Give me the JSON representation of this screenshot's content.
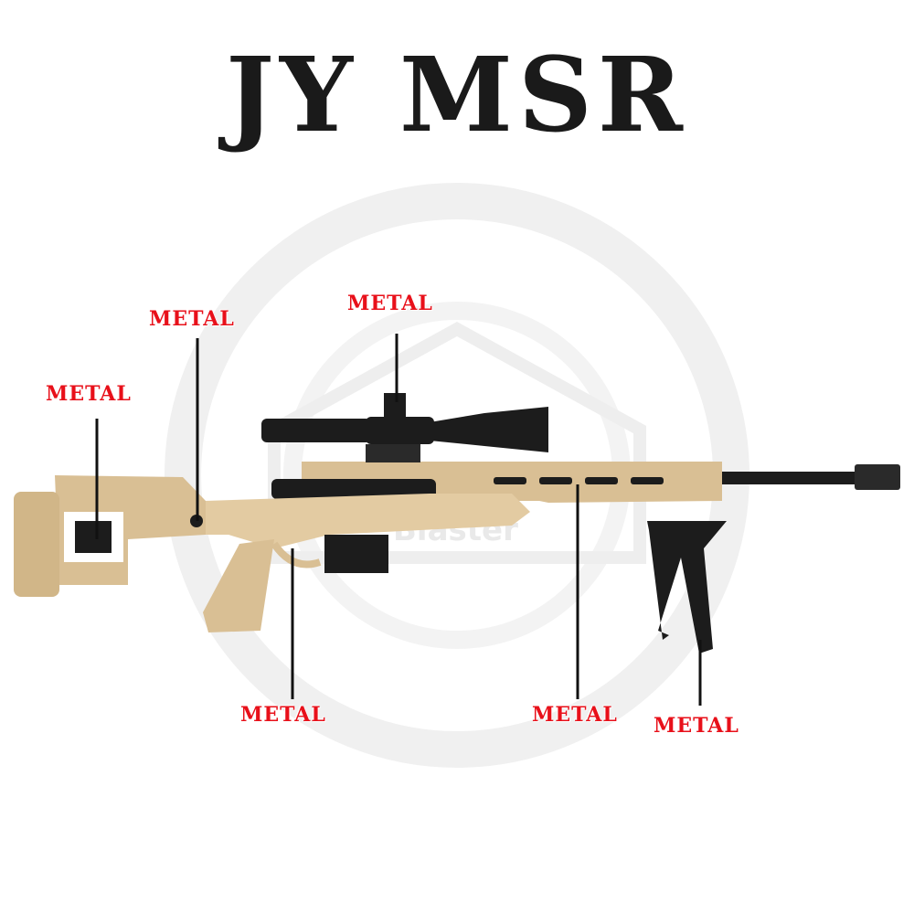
{
  "title": "JY MSR",
  "watermark": "Blaster",
  "callouts": [
    {
      "id": "stock-adjuster",
      "label": "METAL"
    },
    {
      "id": "stock-hinge",
      "label": "METAL"
    },
    {
      "id": "scope-mount",
      "label": "METAL"
    },
    {
      "id": "trigger",
      "label": "METAL"
    },
    {
      "id": "handguard",
      "label": "METAL"
    },
    {
      "id": "bipod",
      "label": "METAL"
    }
  ],
  "colors": {
    "label": "#e8101a",
    "title": "#1a1a1a",
    "tan": "#d9bf94",
    "black": "#1c1c1c"
  }
}
